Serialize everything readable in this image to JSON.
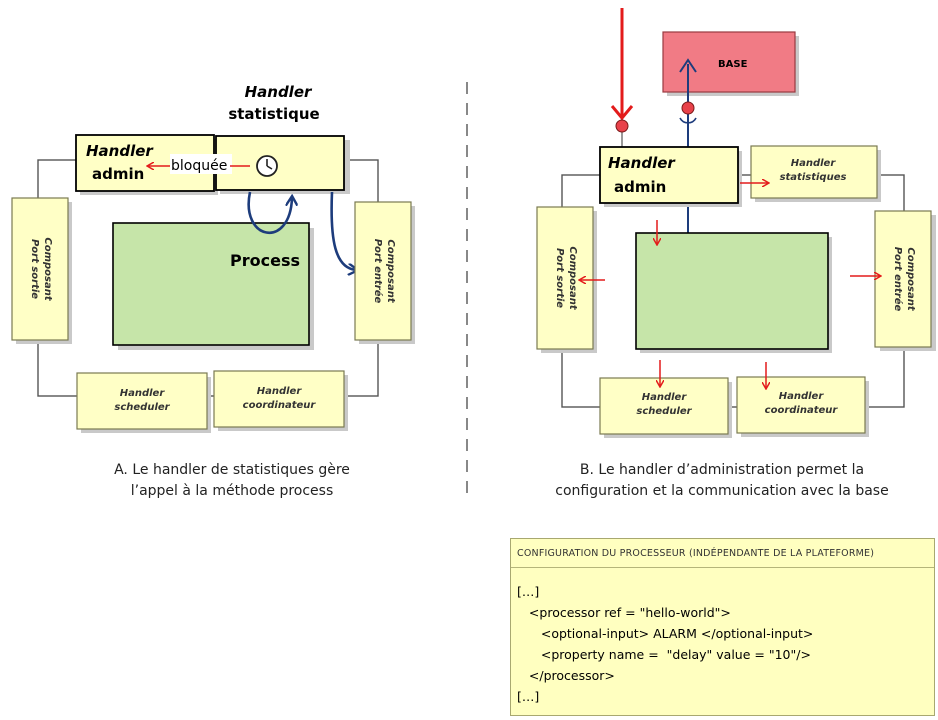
{
  "panel_a": {
    "handler_statistique": [
      "Handler",
      "statistique"
    ],
    "handler_admin": [
      "Handler",
      "admin"
    ],
    "bloquee": "bloquée",
    "process": "Process",
    "port_sortie": [
      "Composant",
      "Port sortie"
    ],
    "port_entree": [
      "Composant",
      "Port entrée"
    ],
    "handler_scheduler": [
      "Handler",
      "scheduler"
    ],
    "handler_coordinateur": [
      "Handler",
      "coordinateur"
    ],
    "caption": [
      "A. Le handler de statistiques gère",
      "l’appel à la méthode process"
    ]
  },
  "panel_b": {
    "base": "BASE",
    "handler_admin": [
      "Handler",
      "admin"
    ],
    "handler_statistiques": [
      "Handler",
      "statistiques"
    ],
    "port_sortie": [
      "Composant",
      "Port sortie"
    ],
    "port_entree": [
      "Composant",
      "Port entrée"
    ],
    "handler_scheduler": [
      "Handler",
      "scheduler"
    ],
    "handler_coordinateur": [
      "Handler",
      "coordinateur"
    ],
    "caption": [
      "B. Le handler d’administration permet la",
      "configuration et la communication avec la base"
    ]
  },
  "config": {
    "title": "CONFIGURATION DU PROCESSEUR (INDÉPENDANTE DE LA PLATEFORME)",
    "lines": [
      "[…]",
      "   <processor ref = \"hello-world\">",
      "      <optional-input> ALARM </optional-input>",
      "      <property name =  \"delay\" value = \"10\"/>",
      "   </processor>",
      "[…]"
    ]
  },
  "colors": {
    "box_fill": "#ffffc6",
    "process_fill": "#c6e5a9",
    "base_fill": "#f17b85",
    "red_arrow": "#e31b1b",
    "blue_arrow": "#1d3c7c"
  }
}
